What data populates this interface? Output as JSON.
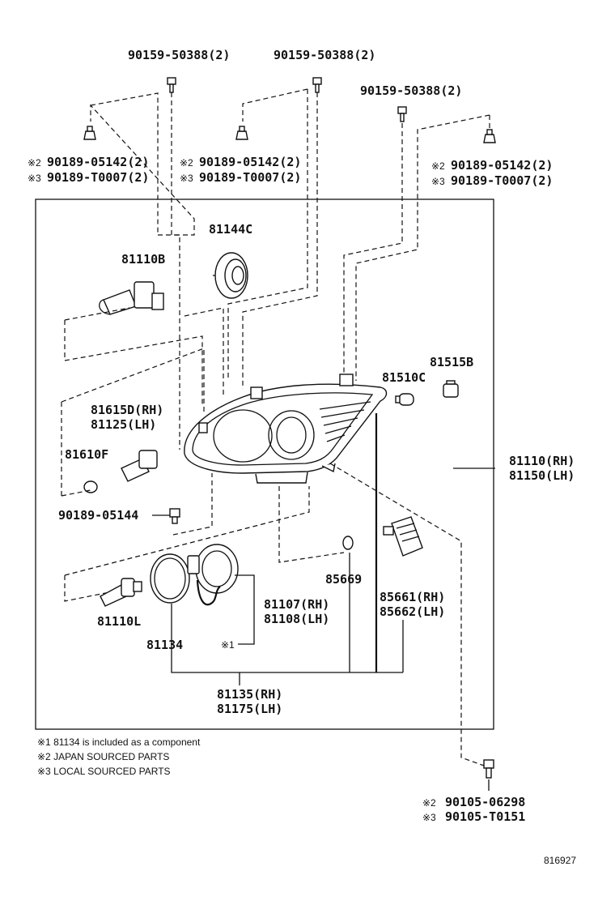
{
  "labels": {
    "bolt_top_left": "90159-50388(2)",
    "bolt_top_mid": "90159-50388(2)",
    "bolt_top_right": "90159-50388(2)",
    "clip_left_jp": "90189-05142(2)",
    "clip_left_local": "90189-T0007(2)",
    "clip_mid_jp": "90189-05142(2)",
    "clip_mid_local": "90189-T0007(2)",
    "clip_right_jp": "90189-05142(2)",
    "clip_right_local": "90189-T0007(2)",
    "p81144c": "81144C",
    "p81110b": "81110B",
    "p81515b": "81515B",
    "p81510c": "81510C",
    "p81615d": "81615D(RH)",
    "p81125": "81125(LH)",
    "p81610f": "81610F",
    "p81110rh": "81110(RH)",
    "p81150lh": "81150(LH)",
    "p90189_05144": "90189-05144",
    "p85669": "85669",
    "p81107": "81107(RH)",
    "p81108": "81108(LH)",
    "p85661": "85661(RH)",
    "p85662": "85662(LH)",
    "p81110l": "81110L",
    "p81134": "81134",
    "p81135": "81135(RH)",
    "p81175": "81175(LH)",
    "bolt_bottom_jp": "90105-06298",
    "bolt_bottom_local": "90105-T0151",
    "diagram_id": "816927"
  },
  "marks": {
    "m1": "※1",
    "m2": "※2",
    "m3": "※3"
  },
  "notes": [
    "※1 81134 is included as a component",
    "※2 JAPAN SOURCED PARTS",
    "※3 LOCAL SOURCED PARTS"
  ]
}
